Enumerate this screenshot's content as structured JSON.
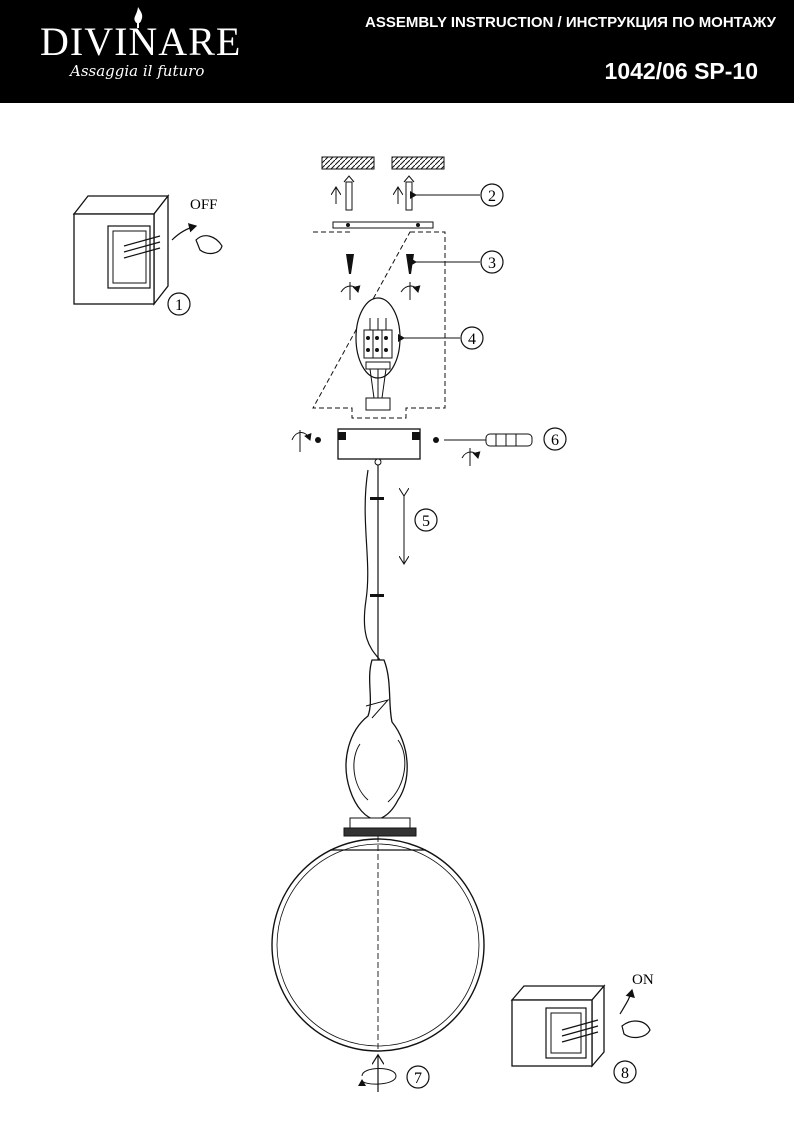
{
  "header": {
    "brand": "DIVINARE",
    "tagline": "Assaggia il futuro",
    "doc_title": "ASSEMBLY INSTRUCTION / ИНСТРУКЦИЯ ПО МОНТАЖУ",
    "model": "1042/06 SP-10"
  },
  "switches": {
    "off_label": "OFF",
    "on_label": "ON"
  },
  "steps": [
    {
      "number": "1"
    },
    {
      "number": "2"
    },
    {
      "number": "3"
    },
    {
      "number": "4"
    },
    {
      "number": "5"
    },
    {
      "number": "6"
    },
    {
      "number": "7"
    },
    {
      "number": "8"
    }
  ],
  "colors": {
    "header_bg": "#000000",
    "line": "#111111"
  }
}
